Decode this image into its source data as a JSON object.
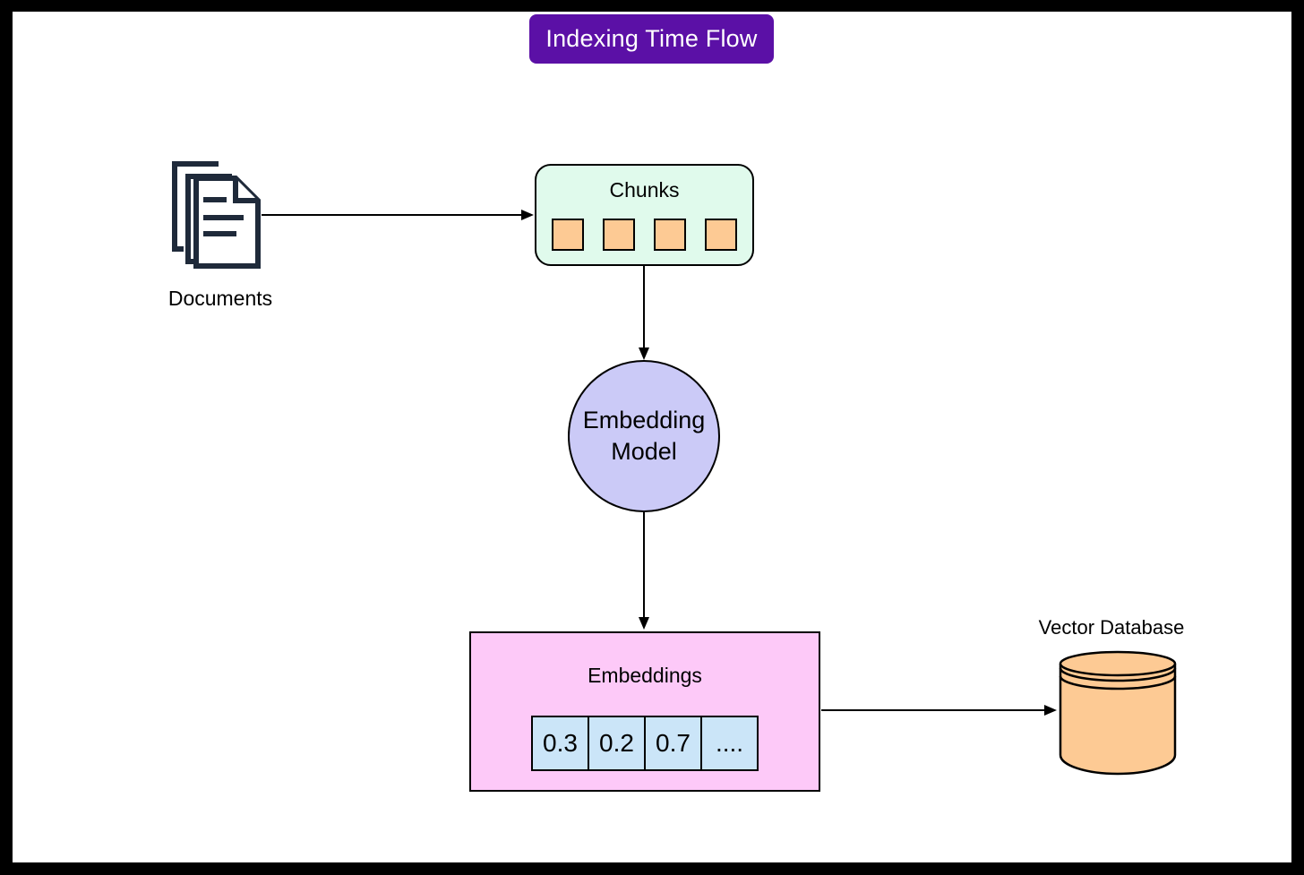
{
  "title": "Indexing Time Flow",
  "nodes": {
    "documents": {
      "label": "Documents",
      "icon": "documents-stack-icon"
    },
    "chunks": {
      "label": "Chunks",
      "cell_count": 4
    },
    "embedding_model": {
      "label": "Embedding Model",
      "shape": "circle"
    },
    "embeddings": {
      "label": "Embeddings",
      "values": [
        "0.3",
        "0.2",
        "0.7",
        "...."
      ]
    },
    "vector_database": {
      "label": "Vector Database",
      "icon": "database-cylinder-icon"
    }
  },
  "edges": [
    {
      "from": "documents",
      "to": "chunks"
    },
    {
      "from": "chunks",
      "to": "embedding_model"
    },
    {
      "from": "embedding_model",
      "to": "embeddings"
    },
    {
      "from": "embeddings",
      "to": "vector_database"
    }
  ],
  "colors": {
    "title_bg": "#5B10A6",
    "title_text": "#FFFFFF",
    "chunks_bg": "#E0FAEC",
    "chunk_cell": "#FDCA94",
    "embedding_model_bg": "#CBCAF7",
    "embeddings_bg": "#FDC9F8",
    "value_cell_bg": "#CBE5F8",
    "cylinder_fill": "#FDCA94",
    "documents_icon": "#1F2A3A",
    "outline": "#000000"
  }
}
